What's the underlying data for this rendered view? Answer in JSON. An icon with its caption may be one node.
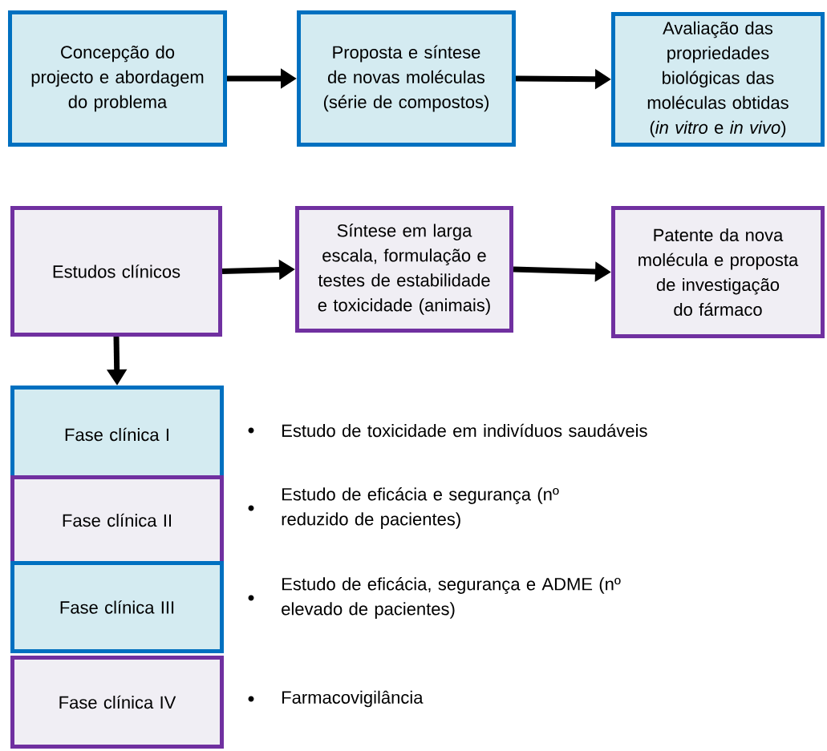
{
  "diagram": {
    "nodes": [
      {
        "text": [
          "Concepção do projecto e abordagem do problema"
        ]
      },
      {
        "text": [
          "Proposta e síntese de novas moléculas (série de compostos)"
        ]
      },
      {
        "text": [
          "Avaliação das propriedades biológicas das moléculas obtidas (*in vitro* e *in vivo*)"
        ]
      },
      {
        "text": [
          "Estudos clínicos"
        ]
      },
      {
        "text": [
          "Síntese em larga escala, formulação e testes de estabilidade e toxicidade (animais)"
        ]
      },
      {
        "text": [
          "Patente da nova molécula e proposta de investigação do fármaco"
        ]
      },
      {
        "text": [
          "Fase clínica I"
        ],
        "beside": [
          "Estudo de toxicidade em indivíduos saudáveis"
        ]
      },
      {
        "text": [
          "Fase clínica II"
        ],
        "beside": [
          "Estudo de eficácia e segurança (nº reduzido de pacientes)"
        ]
      },
      {
        "text": [
          "Fase clínica III"
        ],
        "beside": [
          "Estudo de eficácia, segurança e ADME (nº elevado de pacientes)"
        ]
      },
      {
        "text": [
          "Fase clínica IV"
        ],
        "beside": [
          "Farmacovigilância"
        ]
      }
    ],
    "edges": [
      {
        "from": 0,
        "to": 1,
        "arrow": "to"
      },
      {
        "from": 1,
        "to": 2,
        "arrow": "to"
      },
      {
        "from": 3,
        "to": 4,
        "arrow": "to"
      },
      {
        "from": 4,
        "to": 5,
        "arrow": "to"
      },
      {
        "from": 3,
        "to": 6,
        "arrow": "to"
      }
    ]
  }
}
